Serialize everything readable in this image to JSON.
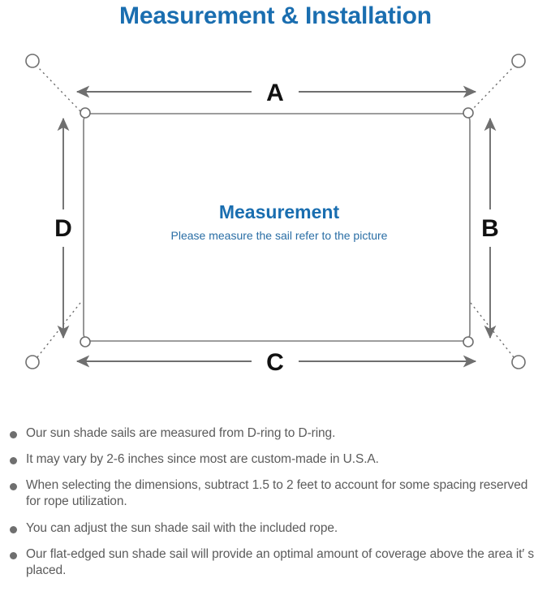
{
  "title": "Measurement & Installation",
  "colors": {
    "title_blue": "#1a6eb0",
    "center_heading_blue": "#1a6eb0",
    "center_sub_blue": "#2a6ea5",
    "line_gray": "#6f6f6f",
    "sail_outline": "#7d7d7d",
    "note_text": "#5b5b5b",
    "bullet": "#6f6f6f",
    "letter_label": "#111111",
    "background": "#ffffff"
  },
  "diagram": {
    "center_heading": "Measurement",
    "center_subtext": "Please measure the sail refer to the picture",
    "dimension_labels": {
      "top": "A",
      "right": "B",
      "bottom": "C",
      "left": "D"
    },
    "icon_names": {
      "anchor_point": "anchor-circle-icon",
      "d_ring": "d-ring-icon",
      "rope": "dotted-rope-line",
      "dimension_arrow": "double-headed-arrow"
    },
    "anchor_count": 4,
    "d_ring_count": 4
  },
  "notes": [
    "Our sun shade sails are measured from D-ring to D-ring.",
    "It may vary by 2-6 inches since most are custom-made in U.S.A.",
    "When selecting the dimensions, subtract 1.5 to 2 feet to account for some spacing reserved for rope utilization.",
    "You can adjust the sun shade sail with the included rope.",
    "Our flat-edged sun shade sail will provide an optimal amount of coverage above the area it′ s placed."
  ]
}
